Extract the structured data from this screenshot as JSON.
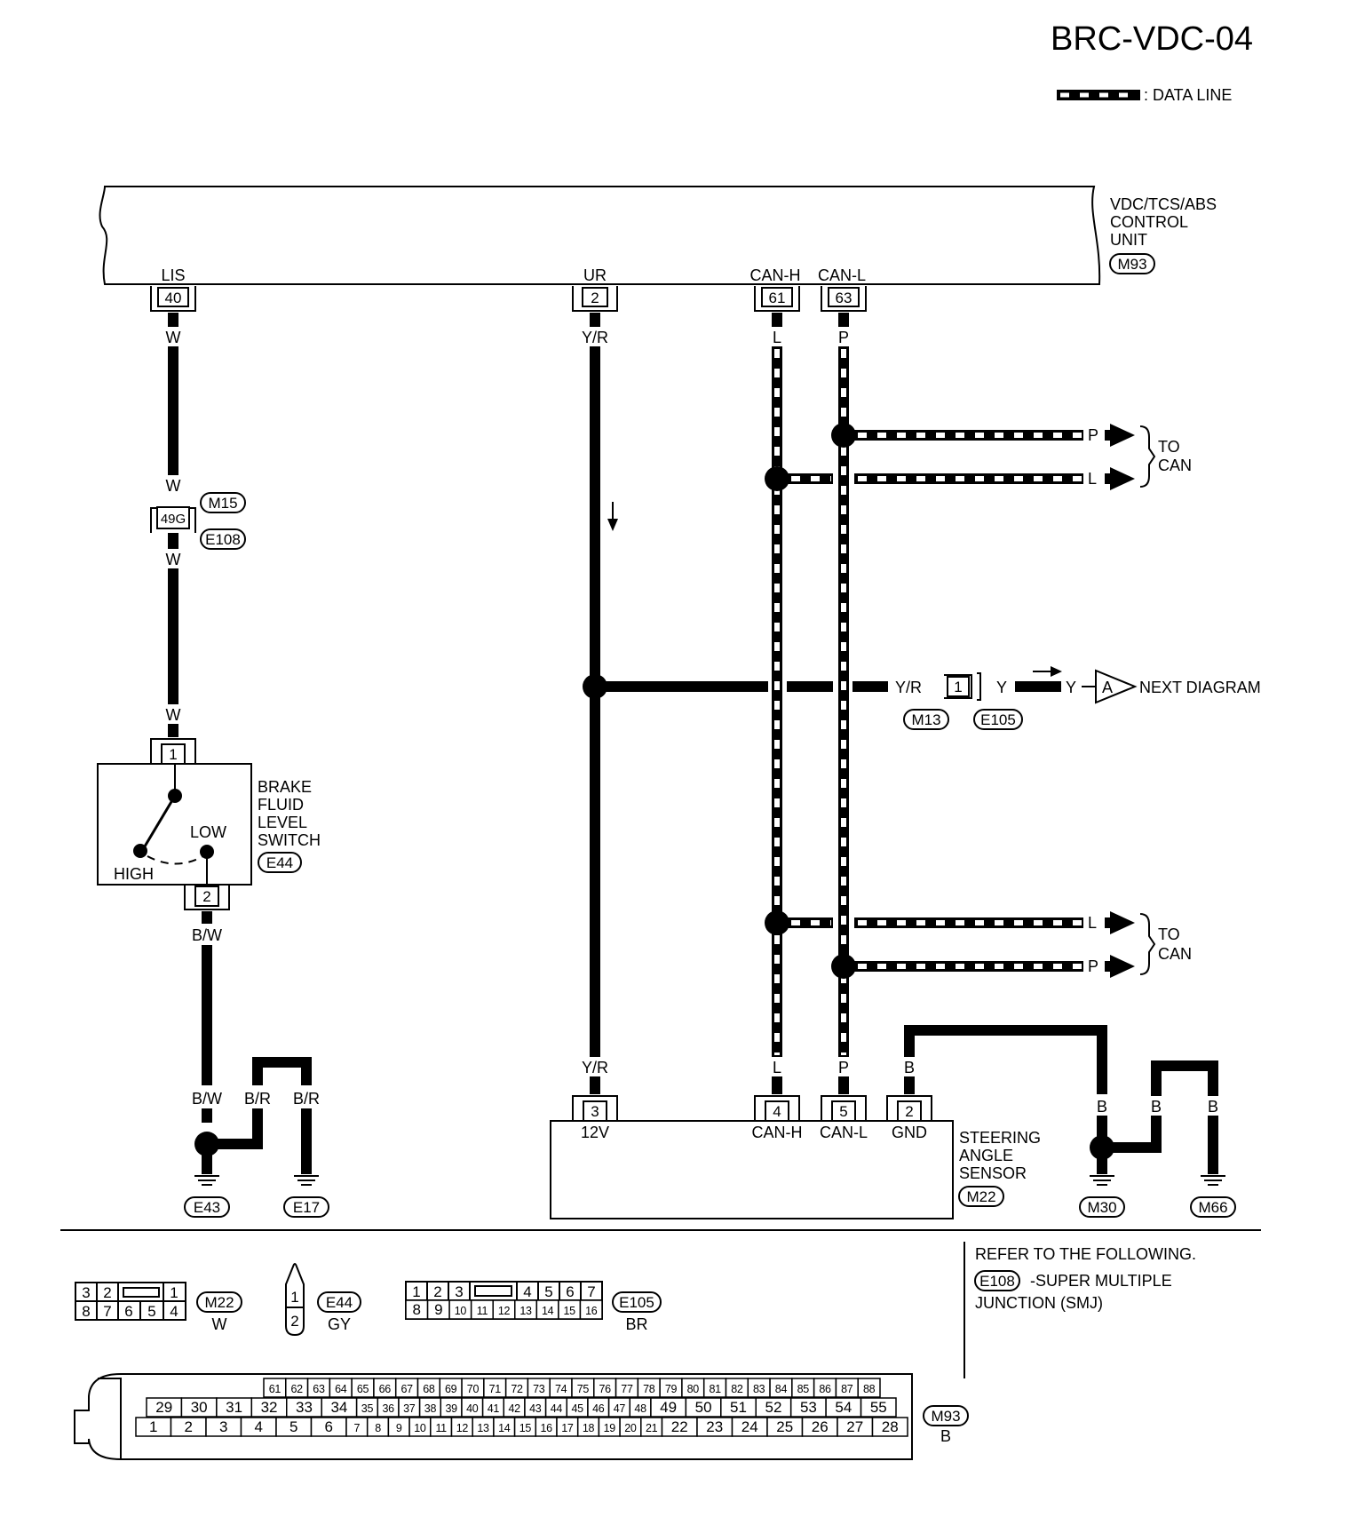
{
  "title": "BRC-VDC-04",
  "legend": {
    "data_line": ": DATA LINE"
  },
  "control_unit": {
    "name_lines": [
      "VDC/TCS/ABS",
      "CONTROL",
      "UNIT"
    ],
    "connector": "M93",
    "pins": [
      {
        "name": "LIS",
        "num": "40"
      },
      {
        "name": "UR",
        "num": "2"
      },
      {
        "name": "CAN-H",
        "num": "61"
      },
      {
        "name": "CAN-L",
        "num": "63"
      }
    ]
  },
  "wires": {
    "lis": [
      "W",
      "W",
      "W",
      "W"
    ],
    "ur": [
      "Y/R",
      "Y/R"
    ],
    "canh": [
      "L",
      "L"
    ],
    "canl": [
      "P",
      "P"
    ],
    "junction_branch": {
      "in": "Y/R",
      "pin": "1",
      "out": "Y",
      "out2": "Y",
      "conn1": "M13",
      "conn2": "E105",
      "next": "A",
      "next_label": "NEXT DIAGRAM"
    },
    "to_can_top": {
      "p": "P",
      "l": "L",
      "label_lines": [
        "TO",
        "CAN"
      ]
    },
    "to_can_bottom": {
      "l": "L",
      "p": "P",
      "label_lines": [
        "TO",
        "CAN"
      ]
    },
    "gnd_b": [
      "B",
      "B",
      "B",
      "B"
    ],
    "bfl_out": [
      "B/W",
      "B/W",
      "B/R",
      "B/R"
    ]
  },
  "smj": {
    "pin": "49G",
    "conn_top": "M15",
    "conn_bottom": "E108"
  },
  "brake_switch": {
    "name_lines": [
      "BRAKE",
      "FLUID",
      "LEVEL",
      "SWITCH"
    ],
    "connector": "E44",
    "pin_top": "1",
    "pin_bottom": "2",
    "high": "HIGH",
    "low": "LOW"
  },
  "sensor": {
    "name_lines": [
      "STEERING",
      "ANGLE",
      "SENSOR"
    ],
    "connector": "M22",
    "pins": [
      {
        "num": "3",
        "label": "12V"
      },
      {
        "num": "4",
        "label": "CAN-H"
      },
      {
        "num": "5",
        "label": "CAN-L"
      },
      {
        "num": "2",
        "label": "GND"
      }
    ]
  },
  "grounds": [
    "E43",
    "E17",
    "M30",
    "M66"
  ],
  "refer": {
    "line1": "REFER TO THE FOLLOWING.",
    "conn": "E108",
    "line2": "-SUPER MULTIPLE",
    "line3": "JUNCTION (SMJ)"
  },
  "connector_views": {
    "m22": {
      "id": "M22",
      "color": "W",
      "top": [
        "3",
        "2",
        "1"
      ],
      "bottom": [
        "8",
        "7",
        "6",
        "5",
        "4"
      ]
    },
    "e44": {
      "id": "E44",
      "color": "GY",
      "pins": [
        "1",
        "2"
      ]
    },
    "e105": {
      "id": "E105",
      "color": "BR",
      "top_left": [
        "1",
        "2",
        "3"
      ],
      "top_right": [
        "4",
        "5",
        "6",
        "7"
      ],
      "bottom": [
        "8",
        "9",
        "10",
        "11",
        "12",
        "13",
        "14",
        "15",
        "16"
      ]
    },
    "m93": {
      "id": "M93",
      "color": "B",
      "row1": [
        "61",
        "62",
        "63",
        "64",
        "65",
        "66",
        "67",
        "68",
        "69",
        "70",
        "71",
        "72",
        "73",
        "74",
        "75",
        "76",
        "77",
        "78",
        "79",
        "80",
        "81",
        "82",
        "83",
        "84",
        "85",
        "86",
        "87",
        "88"
      ],
      "row2": [
        "29",
        "30",
        "31",
        "32",
        "33",
        "34",
        "35",
        "36",
        "37",
        "38",
        "39",
        "40",
        "41",
        "42",
        "43",
        "44",
        "45",
        "46",
        "47",
        "48",
        "49",
        "50",
        "51",
        "52",
        "53",
        "54",
        "55"
      ],
      "row3": [
        "1",
        "2",
        "3",
        "4",
        "5",
        "6",
        "7",
        "8",
        "9",
        "10",
        "11",
        "12",
        "13",
        "14",
        "15",
        "16",
        "17",
        "18",
        "19",
        "20",
        "21",
        "22",
        "23",
        "24",
        "25",
        "26",
        "27",
        "28"
      ]
    }
  }
}
